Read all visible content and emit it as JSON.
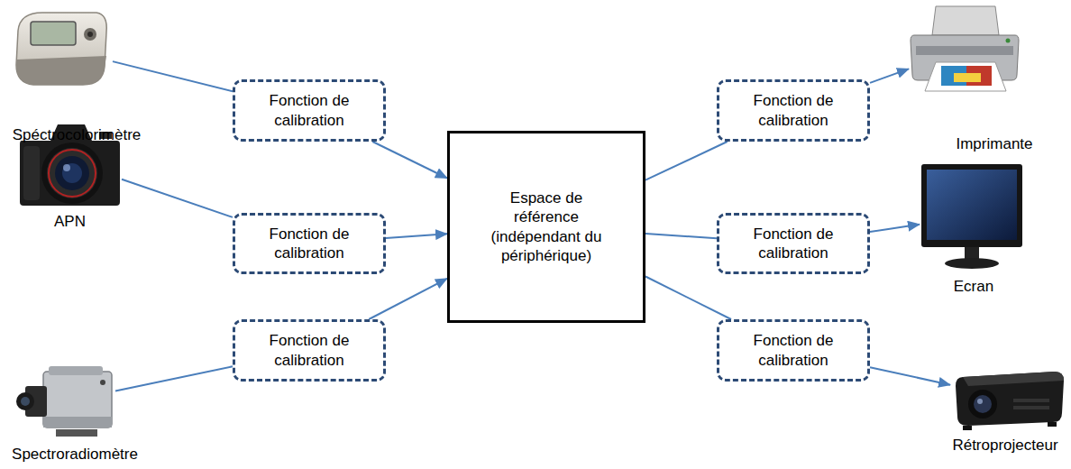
{
  "diagram": {
    "nodes": [
      {
        "text": [
          "Spéctrocolorimètre"
        ]
      },
      {
        "text": [
          "Fonction de calibration"
        ]
      },
      {
        "text": [
          "APN"
        ]
      },
      {
        "text": [
          "Fonction de calibration"
        ]
      },
      {
        "text": [
          "Spectroradiomètre"
        ]
      },
      {
        "text": [
          "Fonction de calibration"
        ]
      },
      {
        "text": [
          "Espace de référence (indépendant du périphérique)"
        ]
      },
      {
        "text": [
          "Fonction de calibration"
        ]
      },
      {
        "text": [
          "Imprimante"
        ]
      },
      {
        "text": [
          "Fonction de calibration"
        ]
      },
      {
        "text": [
          "Ecran"
        ]
      },
      {
        "text": [
          "Fonction de calibration"
        ]
      },
      {
        "text": [
          "Rétroprojecteur"
        ]
      }
    ],
    "edges": [
      {
        "from": 0,
        "to": 1,
        "arrow": "none"
      },
      {
        "from": 1,
        "to": 6,
        "arrow": "to"
      },
      {
        "from": 2,
        "to": 3,
        "arrow": "none"
      },
      {
        "from": 3,
        "to": 6,
        "arrow": "to"
      },
      {
        "from": 4,
        "to": 5,
        "arrow": "none"
      },
      {
        "from": 5,
        "to": 6,
        "arrow": "to"
      },
      {
        "from": 6,
        "to": 7,
        "arrow": "none"
      },
      {
        "from": 7,
        "to": 8,
        "arrow": "to"
      },
      {
        "from": 6,
        "to": 9,
        "arrow": "none"
      },
      {
        "from": 9,
        "to": 10,
        "arrow": "to"
      },
      {
        "from": 6,
        "to": 11,
        "arrow": "none"
      },
      {
        "from": 11,
        "to": 12,
        "arrow": "to"
      }
    ]
  }
}
